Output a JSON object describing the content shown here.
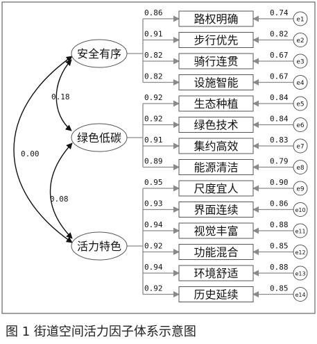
{
  "figure": {
    "caption": "图 1  街道空间活力因子体系示意图"
  },
  "diagram": {
    "factors": [
      {
        "id": "safety",
        "label": "安全有序"
      },
      {
        "id": "green",
        "label": "绿色低碳"
      },
      {
        "id": "vitality",
        "label": "活力特色"
      }
    ],
    "correlations": [
      {
        "from": "safety",
        "to": "green",
        "value": "0.18"
      },
      {
        "from": "safety",
        "to": "vitality",
        "value": "0.00"
      },
      {
        "from": "green",
        "to": "vitality",
        "value": "0.08"
      }
    ],
    "indicators": [
      {
        "label": "路权明确",
        "factor": "safety",
        "loading": "0.86",
        "error": "e1",
        "error_value": "0.74"
      },
      {
        "label": "步行优先",
        "factor": "safety",
        "loading": "0.91",
        "error": "e2",
        "error_value": "0.82"
      },
      {
        "label": "骑行连贯",
        "factor": "safety",
        "loading": "0.82",
        "error": "e3",
        "error_value": "0.67"
      },
      {
        "label": "设施智能",
        "factor": "safety",
        "loading": "0.82",
        "error": "e4",
        "error_value": "0.67"
      },
      {
        "label": "生态种植",
        "factor": "green",
        "loading": "0.92",
        "error": "e5",
        "error_value": "0.84"
      },
      {
        "label": "绿色技术",
        "factor": "green",
        "loading": "0.92",
        "error": "e6",
        "error_value": "0.84"
      },
      {
        "label": "集约高效",
        "factor": "green",
        "loading": "0.91",
        "error": "e7",
        "error_value": "0.83"
      },
      {
        "label": "能源清洁",
        "factor": "green",
        "loading": "0.89",
        "error": "e8",
        "error_value": "0.79"
      },
      {
        "label": "尺度宜人",
        "factor": "vitality",
        "loading": "0.95",
        "error": "e9",
        "error_value": "0.90"
      },
      {
        "label": "界面连续",
        "factor": "vitality",
        "loading": "0.93",
        "error": "e10",
        "error_value": "0.86"
      },
      {
        "label": "视觉丰富",
        "factor": "vitality",
        "loading": "0.94",
        "error": "e11",
        "error_value": "0.88"
      },
      {
        "label": "功能混合",
        "factor": "vitality",
        "loading": "0.92",
        "error": "e12",
        "error_value": "0.85"
      },
      {
        "label": "环境舒适",
        "factor": "vitality",
        "loading": "0.94",
        "error": "e13",
        "error_value": "0.88"
      },
      {
        "label": "历史延续",
        "factor": "vitality",
        "loading": "0.92",
        "error": "e14",
        "error_value": "0.85"
      }
    ]
  }
}
